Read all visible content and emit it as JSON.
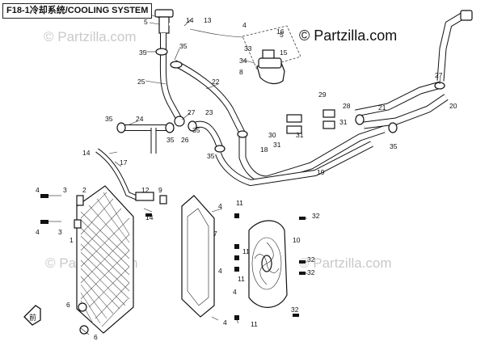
{
  "header": {
    "title": "F18-1冷却系统/COOLING SYSTEM"
  },
  "copyright": "© Partzilla.com",
  "watermark": "© Partzilla.com",
  "callouts": [
    {
      "id": "c1",
      "text": "8"
    },
    {
      "id": "c2",
      "text": "5"
    },
    {
      "id": "c3",
      "text": "14"
    },
    {
      "id": "c4",
      "text": "13"
    },
    {
      "id": "c5",
      "text": "4"
    },
    {
      "id": "c6",
      "text": "16"
    },
    {
      "id": "c7",
      "text": "33"
    },
    {
      "id": "c8",
      "text": "15"
    },
    {
      "id": "c9",
      "text": "8"
    },
    {
      "id": "c10",
      "text": "34"
    },
    {
      "id": "c11",
      "text": "35"
    },
    {
      "id": "c12",
      "text": "35"
    },
    {
      "id": "c13",
      "text": "25"
    },
    {
      "id": "c14",
      "text": "22"
    },
    {
      "id": "c15",
      "text": "27"
    },
    {
      "id": "c16",
      "text": "27"
    },
    {
      "id": "c17",
      "text": "29"
    },
    {
      "id": "c18",
      "text": "28"
    },
    {
      "id": "c19",
      "text": "21"
    },
    {
      "id": "c20",
      "text": "20"
    },
    {
      "id": "c21",
      "text": "35"
    },
    {
      "id": "c22",
      "text": "24"
    },
    {
      "id": "c23",
      "text": "23"
    },
    {
      "id": "c24",
      "text": "35"
    },
    {
      "id": "c25",
      "text": "26"
    },
    {
      "id": "c26",
      "text": "35"
    },
    {
      "id": "c27",
      "text": "30"
    },
    {
      "id": "c28",
      "text": "31"
    },
    {
      "id": "c29",
      "text": "31"
    },
    {
      "id": "c30",
      "text": "31"
    },
    {
      "id": "c31",
      "text": "18"
    },
    {
      "id": "c32",
      "text": "35"
    },
    {
      "id": "c33",
      "text": "35"
    },
    {
      "id": "c34",
      "text": "19"
    },
    {
      "id": "c35",
      "text": "14"
    },
    {
      "id": "c36",
      "text": "17"
    },
    {
      "id": "c37",
      "text": "12"
    },
    {
      "id": "c38",
      "text": "9"
    },
    {
      "id": "c39",
      "text": "4"
    },
    {
      "id": "c40",
      "text": "3"
    },
    {
      "id": "c41",
      "text": "2"
    },
    {
      "id": "c42",
      "text": "4"
    },
    {
      "id": "c43",
      "text": "3"
    },
    {
      "id": "c44",
      "text": "1"
    },
    {
      "id": "c45",
      "text": "14"
    },
    {
      "id": "c46",
      "text": "4"
    },
    {
      "id": "c47",
      "text": "11"
    },
    {
      "id": "c48",
      "text": "11"
    },
    {
      "id": "c49",
      "text": "32"
    },
    {
      "id": "c50",
      "text": "7"
    },
    {
      "id": "c51",
      "text": "10"
    },
    {
      "id": "c52",
      "text": "32"
    },
    {
      "id": "c53",
      "text": "32"
    },
    {
      "id": "c54",
      "text": "4"
    },
    {
      "id": "c55",
      "text": "11"
    },
    {
      "id": "c56",
      "text": "4"
    },
    {
      "id": "c57",
      "text": "32"
    },
    {
      "id": "c58",
      "text": "4"
    },
    {
      "id": "c59",
      "text": "11"
    },
    {
      "id": "c60",
      "text": "6"
    },
    {
      "id": "c61",
      "text": "6"
    },
    {
      "id": "c62",
      "text": "5"
    }
  ],
  "front_badge": "前",
  "icons": [
    "front-direction-arrow-icon"
  ]
}
